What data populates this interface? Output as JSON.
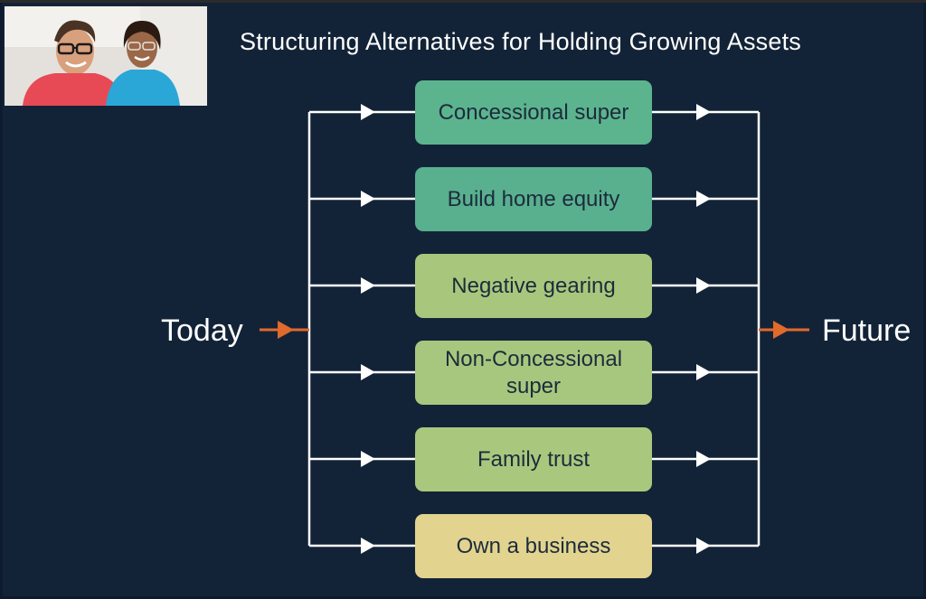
{
  "title": "Structuring Alternatives for Holding Growing Assets",
  "start_label": "Today",
  "end_label": "Future",
  "photo_icon": "smiling-couple-photo",
  "options": [
    {
      "label": "Concessional super",
      "color": "#5bb48e"
    },
    {
      "label": "Build home equity",
      "color": "#58b08f"
    },
    {
      "label": "Negative gearing",
      "color": "#a9c77c"
    },
    {
      "label": "Non-Concessional super",
      "color": "#a8c77e"
    },
    {
      "label": "Family trust",
      "color": "#aac87d"
    },
    {
      "label": "Own a business",
      "color": "#e2d48f"
    }
  ],
  "colors": {
    "background": "#132337",
    "line": "#ffffff",
    "accent_arrow": "#e06a2c"
  }
}
